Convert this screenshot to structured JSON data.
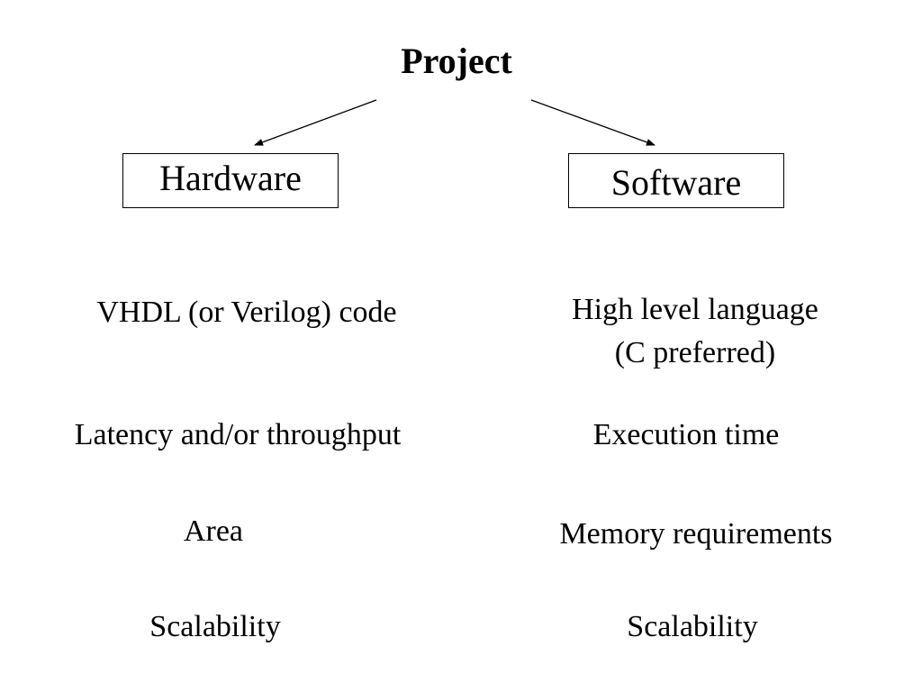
{
  "title": "Project",
  "hardware": {
    "label": "Hardware",
    "items": [
      "VHDL (or Verilog) code",
      "Latency and/or throughput",
      "Area",
      "Scalability"
    ]
  },
  "software": {
    "label": "Software",
    "items": [
      "High level language",
      "(C preferred)",
      "Execution time",
      "Memory requirements",
      "Scalability"
    ]
  }
}
